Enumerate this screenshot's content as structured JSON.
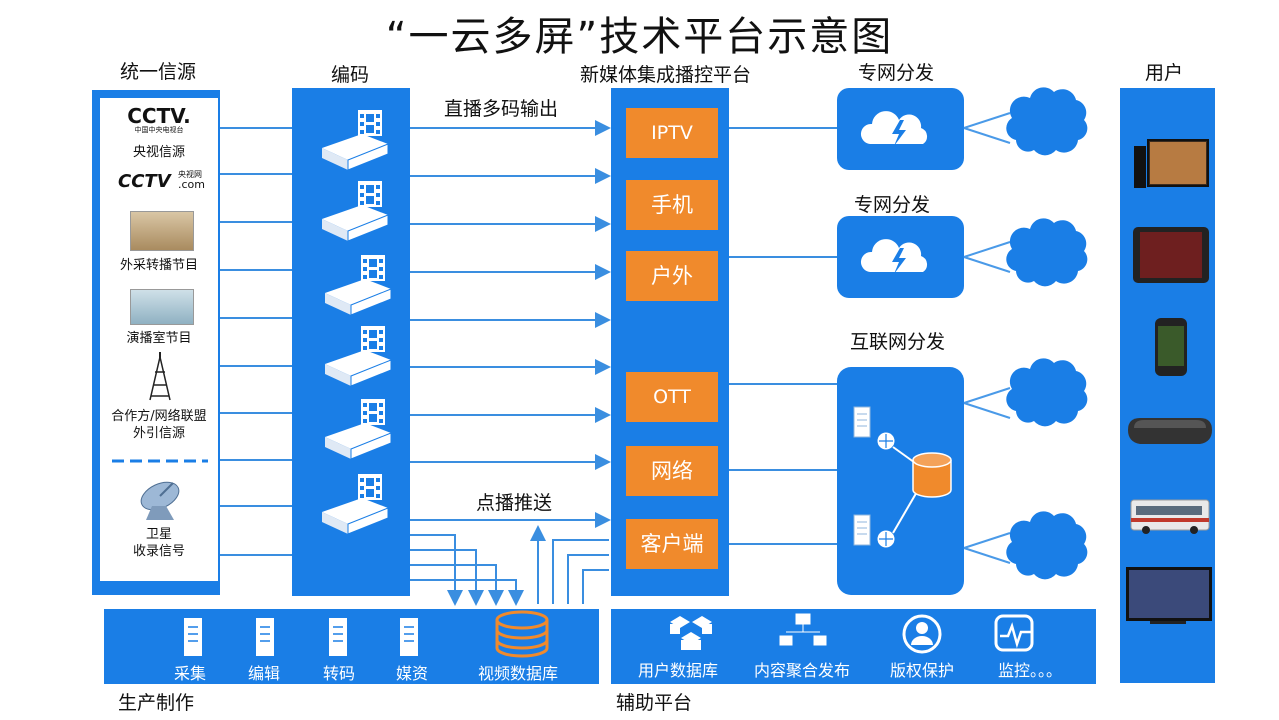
{
  "title": "“一云多屏”技术平台示意图",
  "headers": {
    "sources": "统一信源",
    "encoding": "编码",
    "platform": "新媒体集成播控平台",
    "users": "用户",
    "private1": "专网分发",
    "private2": "专网分发",
    "internet": "互联网分发",
    "production": "生产制作",
    "auxiliary": "辅助平台"
  },
  "sources": {
    "cctv_logo": "CCTV.",
    "cctv_sub": "中国中央电视台",
    "cctv_label": "央视信源",
    "cntv_logo": "CCTV",
    "cntv_sub1": "央视网",
    "cntv_sub2": ".com",
    "outdoor": "外采转播节目",
    "studio": "演播室节目",
    "partner_line1": "合作方/网络联盟",
    "partner_line2": "外引信源",
    "satellite_line1": "卫星",
    "satellite_line2": "收录信号"
  },
  "flows": {
    "live": "直播多码输出",
    "vod": "点播推送"
  },
  "platform_items": [
    "IPTV",
    "手机",
    "户外",
    "OTT",
    "网络",
    "客户端"
  ],
  "production_items": [
    "采集",
    "编辑",
    "转码",
    "媒资",
    "视频数据库"
  ],
  "auxiliary_items": [
    "用户数据库",
    "内容聚合发布",
    "版权保护",
    "监控。。。"
  ],
  "colors": {
    "panel": "#1a7ee6",
    "accent": "#f08a2c",
    "line": "#3a8ee0"
  }
}
